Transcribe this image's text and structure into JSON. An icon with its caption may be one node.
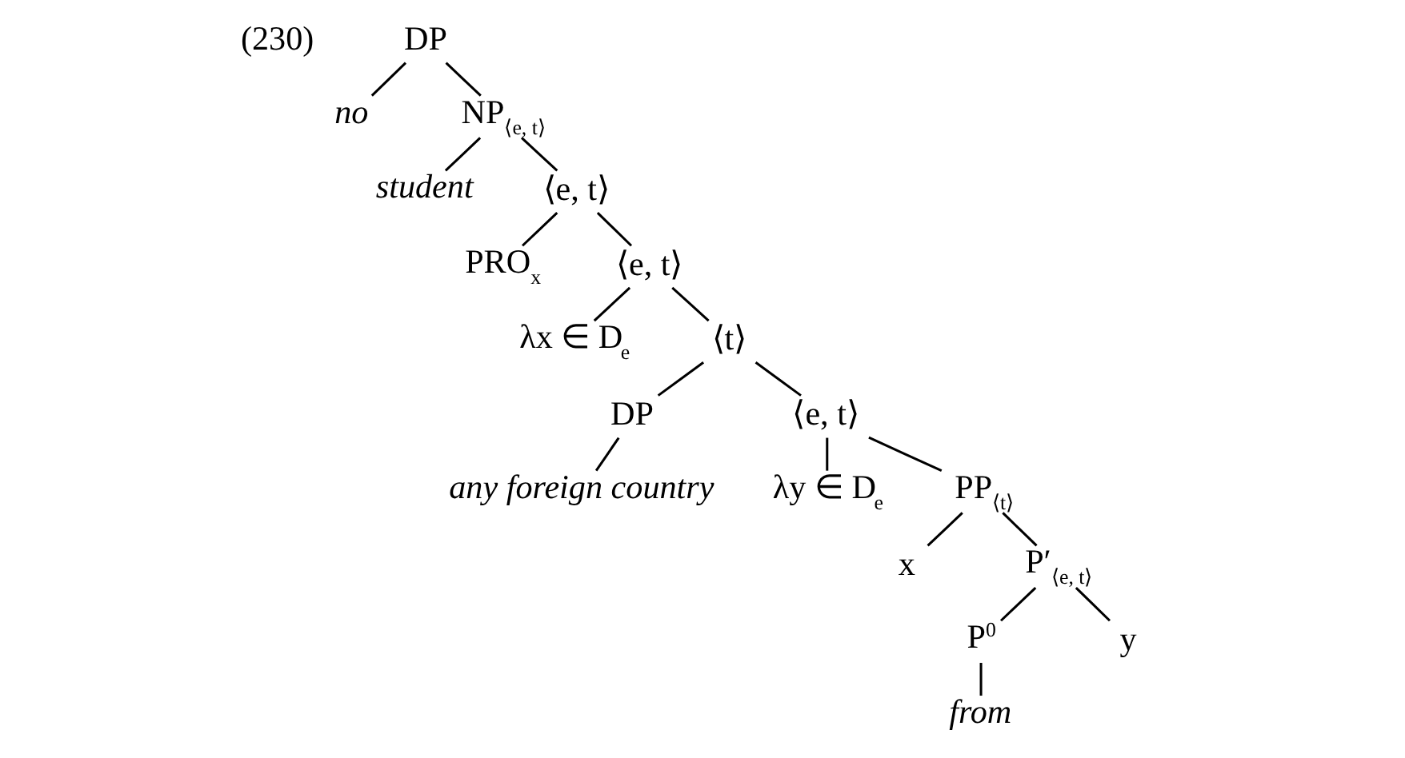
{
  "diagram": {
    "nodes": [
      {
        "text": [
          "DP"
        ]
      },
      {
        "text": [
          "no"
        ]
      },
      {
        "text": [
          "NP$_{⟨e, t⟩}$"
        ]
      },
      {
        "text": [
          "student"
        ]
      },
      {
        "text": [
          "⟨e, t⟩"
        ]
      },
      {
        "text": [
          "PRO$_{x}$"
        ]
      },
      {
        "text": [
          "⟨e, t⟩"
        ]
      },
      {
        "text": [
          "λx ∈ D$_{e}$"
        ]
      },
      {
        "text": [
          "⟨t⟩"
        ]
      },
      {
        "text": [
          "DP"
        ]
      },
      {
        "text": [
          "any foreign country"
        ]
      },
      {
        "text": [
          "⟨e, t⟩"
        ]
      },
      {
        "text": [
          "λy ∈ D$_{e}$"
        ]
      },
      {
        "text": [
          "PP$_{⟨t⟩}$"
        ]
      },
      {
        "text": [
          "x"
        ]
      },
      {
        "text": [
          "P′$_{⟨e, t⟩}$"
        ]
      },
      {
        "text": [
          "P$^{0}$"
        ]
      },
      {
        "text": [
          "y"
        ]
      },
      {
        "text": [
          "from"
        ]
      }
    ],
    "edges": [
      {
        "from": 0,
        "to": 1,
        "arrow": "none"
      },
      {
        "from": 0,
        "to": 2,
        "arrow": "none"
      },
      {
        "from": 2,
        "to": 3,
        "arrow": "none"
      },
      {
        "from": 2,
        "to": 4,
        "arrow": "none"
      },
      {
        "from": 4,
        "to": 5,
        "arrow": "none"
      },
      {
        "from": 4,
        "to": 6,
        "arrow": "none"
      },
      {
        "from": 6,
        "to": 7,
        "arrow": "none"
      },
      {
        "from": 6,
        "to": 8,
        "arrow": "none"
      },
      {
        "from": 8,
        "to": 9,
        "arrow": "none"
      },
      {
        "from": 8,
        "to": 11,
        "arrow": "none"
      },
      {
        "from": 9,
        "to": 10,
        "arrow": "none"
      },
      {
        "from": 11,
        "to": 12,
        "arrow": "none"
      },
      {
        "from": 11,
        "to": 13,
        "arrow": "none"
      },
      {
        "from": 13,
        "to": 14,
        "arrow": "none"
      },
      {
        "from": 13,
        "to": 15,
        "arrow": "none"
      },
      {
        "from": 15,
        "to": 16,
        "arrow": "none"
      },
      {
        "from": 15,
        "to": 17,
        "arrow": "none"
      },
      {
        "from": 16,
        "to": 18,
        "arrow": "none"
      }
    ],
    "labels": [
      "(230)"
    ]
  }
}
